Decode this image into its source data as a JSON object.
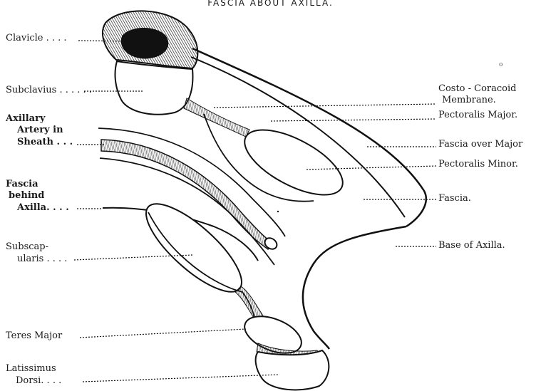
{
  "figure": {
    "title": "FASCIA ABOUT AXILLA."
  },
  "labels_left": {
    "clavicle": "Clavicle . . . .",
    "subclavius": "Subclavius . . . . . .",
    "axillary_line1": "Axillary",
    "axillary_line2": "Artery in",
    "axillary_line3": "Sheath . . .",
    "fascia_behind_line1": "Fascia",
    "fascia_behind_line2": "behind",
    "fascia_behind_line3": "Axilla. . . .",
    "subscap_line1": "Subscap-",
    "subscap_line2": "ularis . . . .",
    "teres_major": "Teres  Major",
    "latissimus_line1": "Latissimus",
    "latissimus_line2": "Dorsi. . . .",
    "stray_mark": "o"
  },
  "labels_right": {
    "costo_line1": "Costo - Coracoid",
    "costo_line2": "Membrane.",
    "pectoralis_major": "Pectoralis Major.",
    "fascia_over_major": "Fascia over Major",
    "pectoralis_minor": "Pectoralis Minor.",
    "fascia": "Fascia.",
    "base_of_axilla": "Base of Axilla."
  }
}
